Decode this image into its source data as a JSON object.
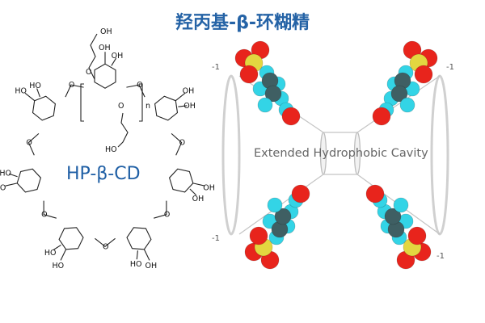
{
  "title": "羟丙基-β-环糊精",
  "molecule_label": "HP-β-CD",
  "cavity_label": "Extended Hydrophobic Cavity",
  "repeat_subscript": "n",
  "hydroxyl_label": "HO",
  "hydroxyl_label_right": "OH",
  "oxygen_label": "O",
  "charge_label": "-1",
  "colors": {
    "title": "#2563a6",
    "molecule_label": "#1f5fa5",
    "oxygen": "#e8241c",
    "carbon": "#3f5f63",
    "hydrogen": "#33d4e6",
    "sulfur": "#e3d640",
    "line": "#222222",
    "cavity": "#cfcfcf"
  }
}
